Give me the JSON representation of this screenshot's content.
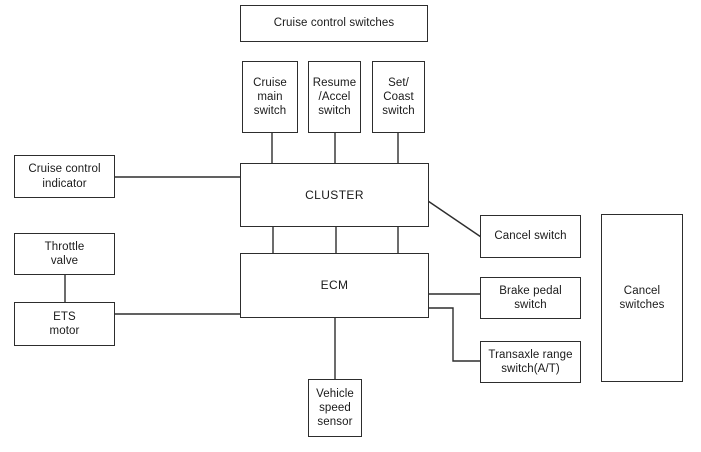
{
  "nodes": {
    "cruise_control_switches": {
      "label": "Cruise control switches"
    },
    "cruise_main_switch": {
      "label": "Cruise\nmain\nswitch"
    },
    "resume_accel_switch": {
      "label": "Resume\n/Accel\nswitch"
    },
    "set_coast_switch": {
      "label": "Set/\nCoast\nswitch"
    },
    "cruise_control_indicator": {
      "label": "Cruise control\nindicator"
    },
    "cluster": {
      "label": "CLUSTER"
    },
    "throttle_valve": {
      "label": "Throttle\nvalve"
    },
    "ecm": {
      "label": "ECM"
    },
    "ets_motor": {
      "label": "ETS\nmotor"
    },
    "cancel_switch": {
      "label": "Cancel switch"
    },
    "brake_pedal_switch": {
      "label": "Brake pedal\nswitch"
    },
    "transaxle_range_switch": {
      "label": "Transaxle range\nswitch(A/T)"
    },
    "cancel_switches": {
      "label": "Cancel\nswitches"
    },
    "vehicle_speed_sensor": {
      "label": "Vehicle\nspeed\nsensor"
    }
  },
  "colors": {
    "line": "#2d2d2d",
    "box_border": "#2d2d2d",
    "box_background": "#ffffff",
    "text": "#1a1a1a",
    "page_background": "#ffffff"
  }
}
